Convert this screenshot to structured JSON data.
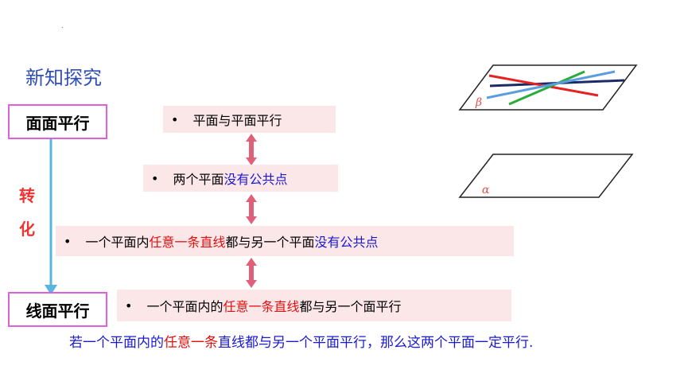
{
  "header": {
    "title": "新知探究",
    "dot": "."
  },
  "labels": {
    "top": "面面平行",
    "bottom": "线面平行",
    "convert_1": "转",
    "convert_2": "化"
  },
  "rows": [
    {
      "bullet": "•",
      "parts": [
        {
          "text": "平面与平面平行",
          "color": "black"
        }
      ]
    },
    {
      "bullet": "•",
      "parts": [
        {
          "text": "两个平面",
          "color": "black"
        },
        {
          "text": "没有公共点",
          "color": "blue"
        }
      ]
    },
    {
      "bullet": "•",
      "parts": [
        {
          "text": "一个平面内",
          "color": "black"
        },
        {
          "text": "任意一条直线",
          "color": "red"
        },
        {
          "text": "都与另一个平面",
          "color": "black"
        },
        {
          "text": "没有公共点",
          "color": "blue"
        }
      ]
    },
    {
      "bullet": "•",
      "parts": [
        {
          "text": "一个平面内的",
          "color": "black"
        },
        {
          "text": "任意一条直线",
          "color": "red"
        },
        {
          "text": "都与另一个面平行",
          "color": "black"
        }
      ]
    }
  ],
  "conclusion": {
    "p1": "若一个平面内的",
    "p2": "任意一条",
    "p3": "直线都与另一个平面平行，那么这两个平面一定平行."
  },
  "figure": {
    "plane_top_label": "β",
    "plane_bottom_label": "α"
  },
  "colors": {
    "accent_title": "#2f4fb5",
    "box_border": "#e060d8",
    "arrow": "#e0607a",
    "flow_arrow": "#5ab4e0",
    "row_bg": "#fbe6e8"
  }
}
